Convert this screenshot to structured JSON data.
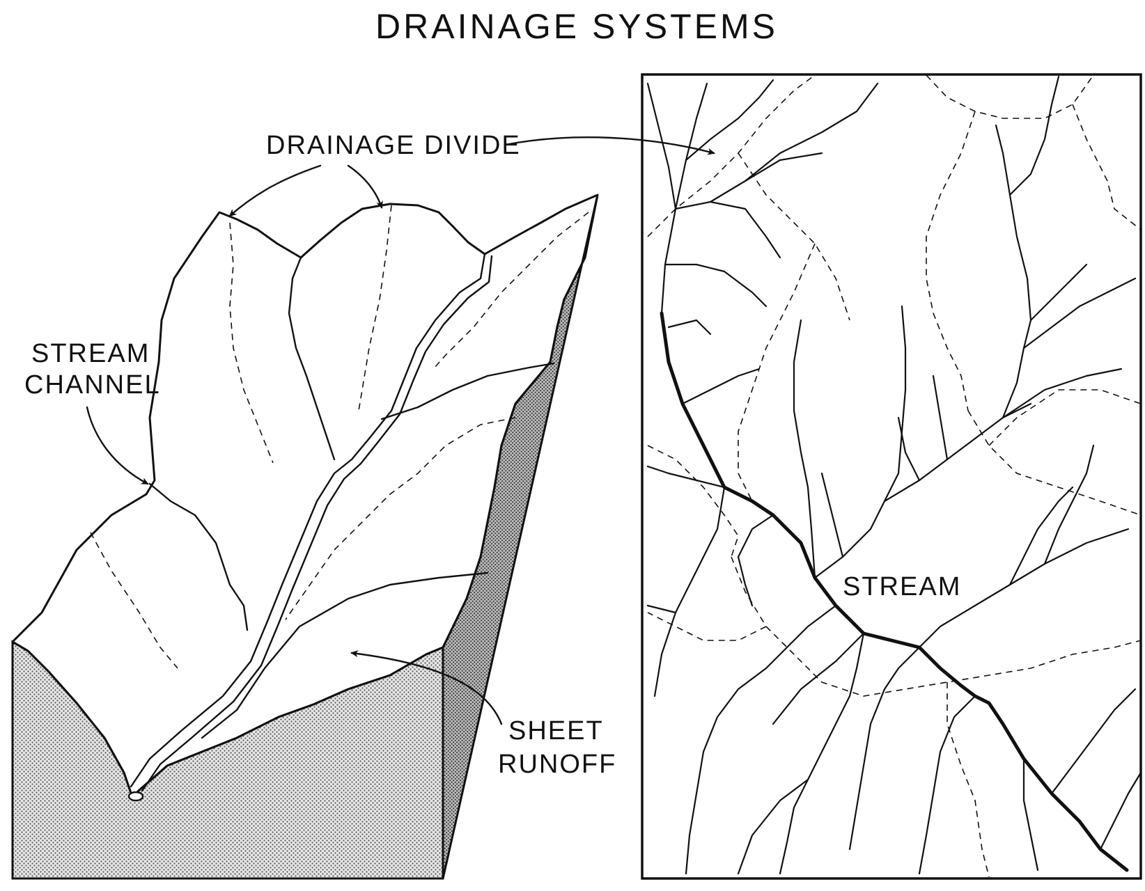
{
  "title": "DRAINAGE SYSTEMS",
  "labels": {
    "drainage_divide": "DRAINAGE DIVIDE",
    "stream_channel_line1": "STREAM",
    "stream_channel_line2": "CHANNEL",
    "sheet_runoff_line1": "SHEET",
    "sheet_runoff_line2": "RUNOFF",
    "stream": "STREAM"
  },
  "colors": {
    "ink": "#111111",
    "paper": "#ffffff",
    "stipple": "#8a8a8a"
  }
}
